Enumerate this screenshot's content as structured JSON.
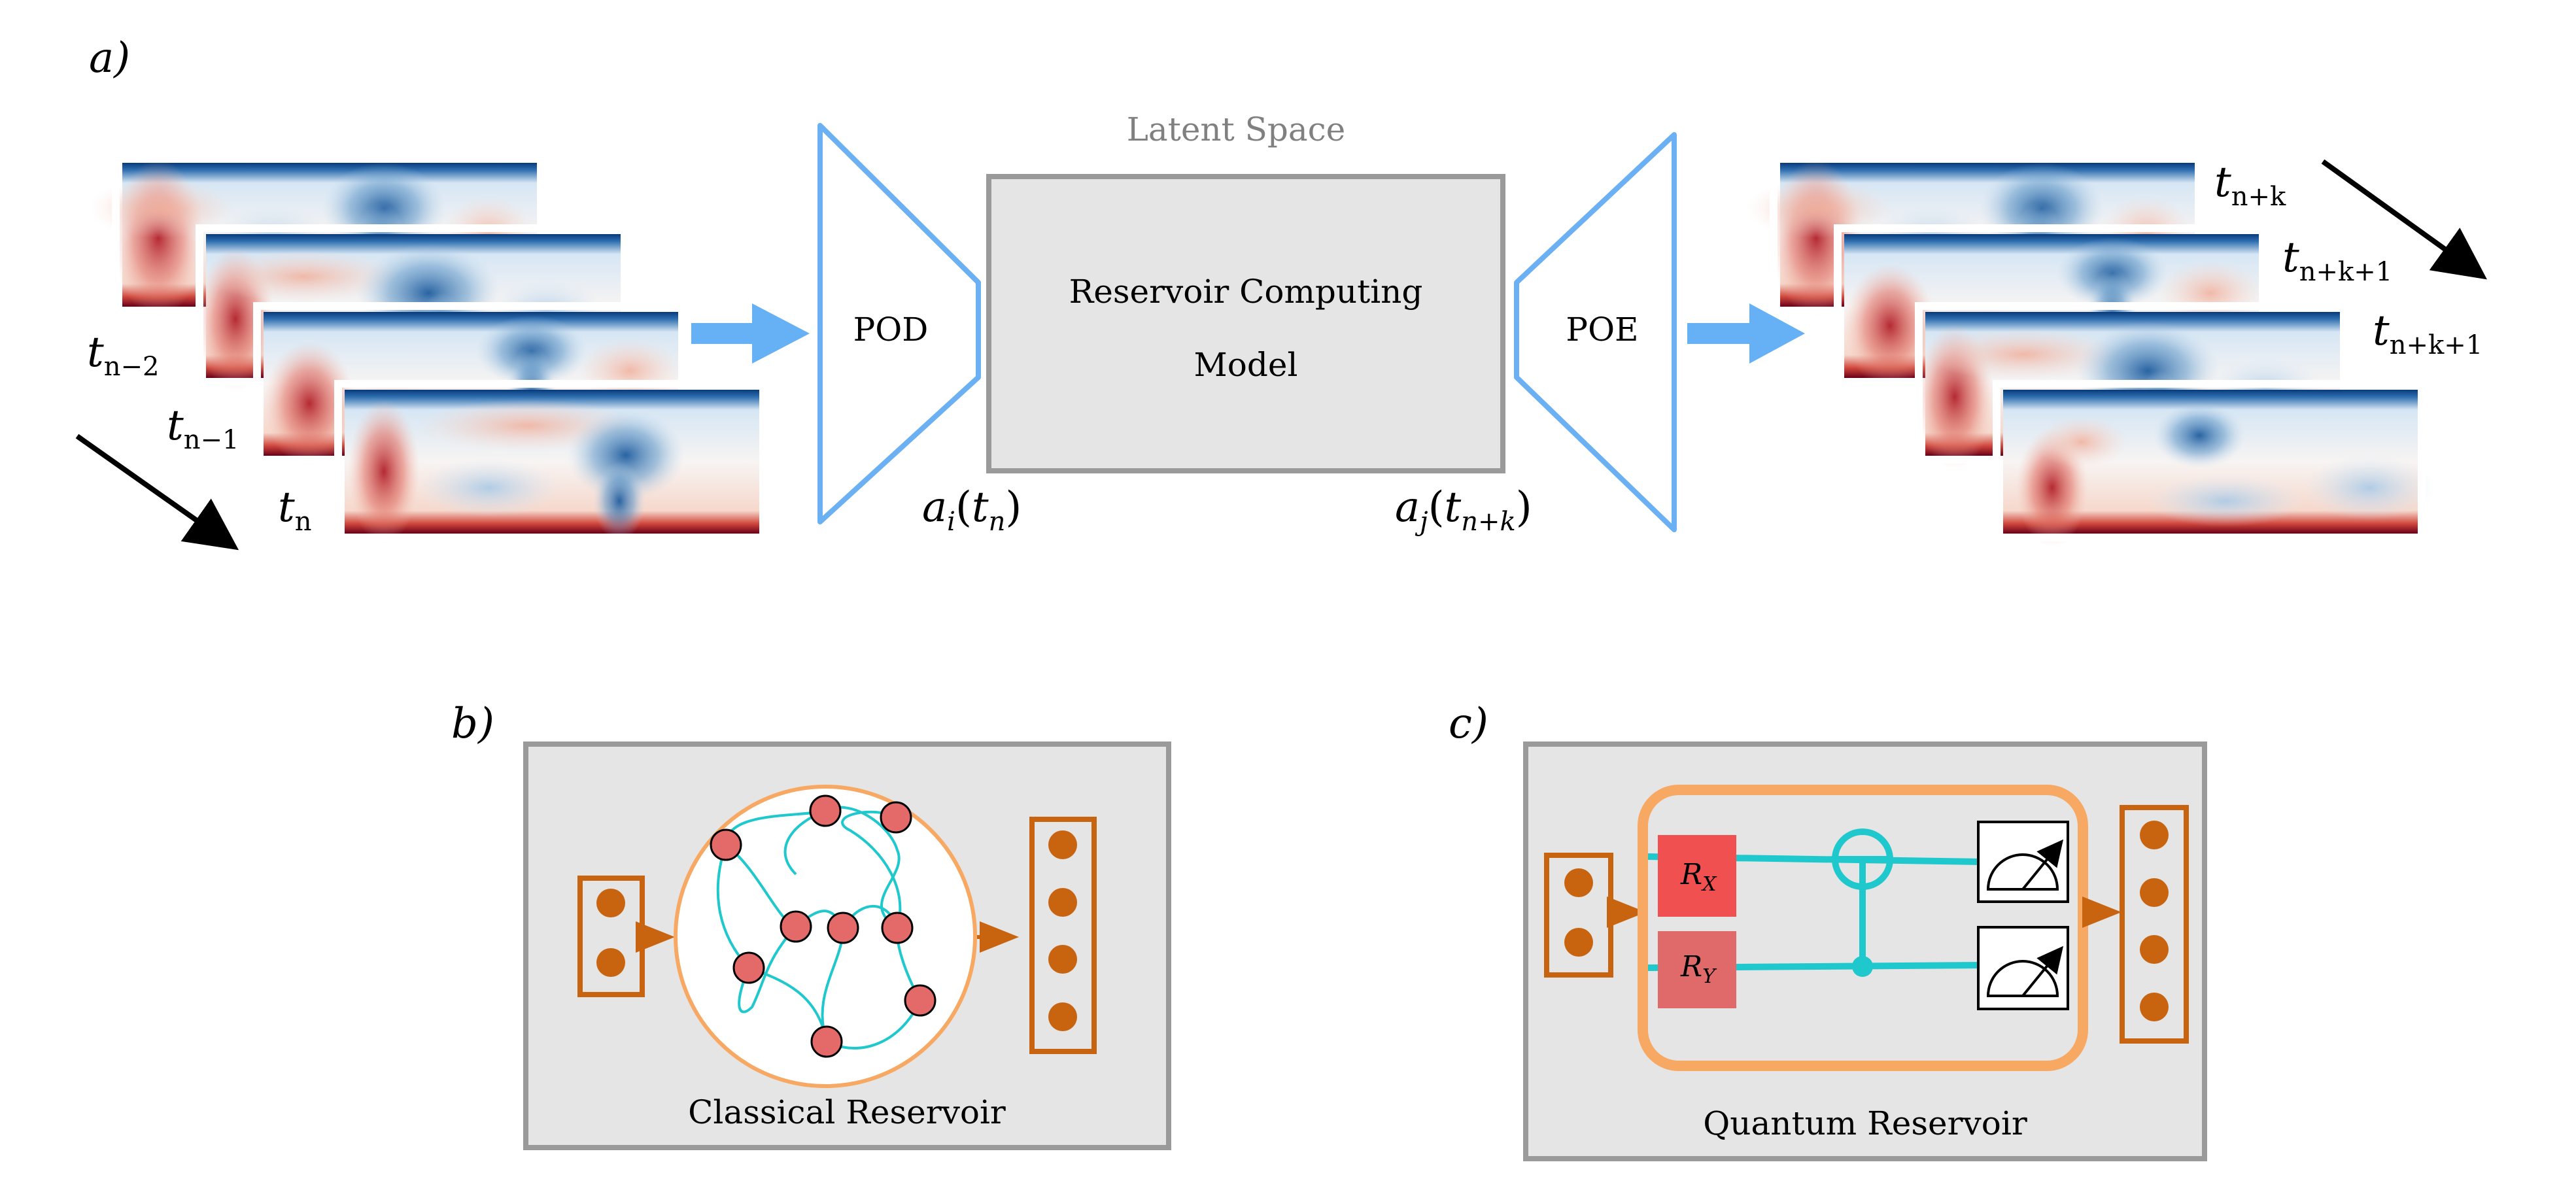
{
  "panels": {
    "a": "a)",
    "b": "b)",
    "c": "c)"
  },
  "encoder_label": "POD",
  "decoder_label": "POE",
  "latent_space_label": "Latent Space",
  "model_label_line1": "Reservoir Computing",
  "model_label_line2": "Model",
  "input_coeff": {
    "base": "a",
    "sub": "i",
    "arg_base": "t",
    "arg_sub": "n"
  },
  "output_coeff": {
    "base": "a",
    "sub": "j",
    "arg_base": "t",
    "arg_sub": "n+k"
  },
  "input_frames": [
    {
      "base": "t",
      "sub": "n−2"
    },
    {
      "base": "t",
      "sub": "n−1"
    },
    {
      "base": "t",
      "sub": "n"
    }
  ],
  "output_frames": [
    {
      "base": "t",
      "sub": "n+k"
    },
    {
      "base": "t",
      "sub": "n+k+1"
    },
    {
      "base": "t",
      "sub": "n+k+1"
    }
  ],
  "classical_label": "Classical Reservoir",
  "quantum_label": "Quantum Reservoir",
  "gates": {
    "rx": {
      "base": "R",
      "sub": "X"
    },
    "ry": {
      "base": "R",
      "sub": "Y"
    }
  },
  "colors": {
    "blue_arrow": "#66b0f5",
    "encoder_outline": "#6ab0f2",
    "panel_fill": "#e5e5e5",
    "panel_border": "#9a9a9a",
    "node_orange": "#c8640f",
    "node_red": "#e46a6a",
    "cyan_wire": "#1ec8cc",
    "circuit_outline": "#f7a862",
    "gate_rx": "#f05050",
    "gate_ry": "#e06a6a",
    "latent_text": "#808080"
  }
}
